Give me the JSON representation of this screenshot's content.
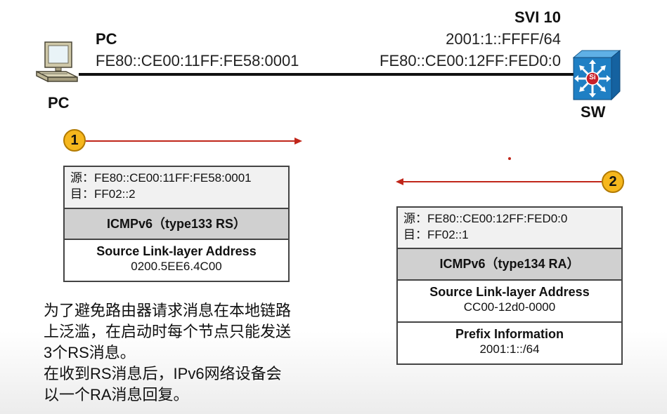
{
  "pc": {
    "label_top": "PC",
    "address": "FE80::CE00:11FF:FE58:0001",
    "label_bottom": "PC"
  },
  "sw": {
    "svi_label": "SVI 10",
    "global_address": "2001:1::FFFF/64",
    "link_local_address": "FE80::CE00:12FF:FED0:0",
    "icon_text": "Si",
    "label": "SW"
  },
  "steps": [
    {
      "number": "1"
    },
    {
      "number": "2"
    }
  ],
  "rs_packet": {
    "src_line": "源：FE80::CE00:11FF:FE58:0001",
    "dst_line": "目：FF02::2",
    "type": "ICMPv6（type133 RS）",
    "field_name": "Source Link-layer Address",
    "field_value": "0200.5EE6.4C00"
  },
  "ra_packet": {
    "src_line": "源：FE80::CE00:12FF:FED0:0",
    "dst_line": "目：FF02::1",
    "type": "ICMPv6（type134 RA）",
    "field1_name": "Source Link-layer Address",
    "field1_value": "CC00-12d0-0000",
    "field2_name": "Prefix Information",
    "field2_value": "2001:1::/64"
  },
  "description": [
    "为了避免路由器请求消息在本地链路",
    "上泛滥，在启动时每个节点只能发送",
    "3个RS消息。",
    "在收到RS消息后，IPv6网络设备会",
    "以一个RA消息回复。"
  ],
  "colors": {
    "arrow": "#c0261a",
    "badge": "#f6b71d",
    "switch": "#1f7fc4",
    "type_row": "#d0d0d0"
  }
}
